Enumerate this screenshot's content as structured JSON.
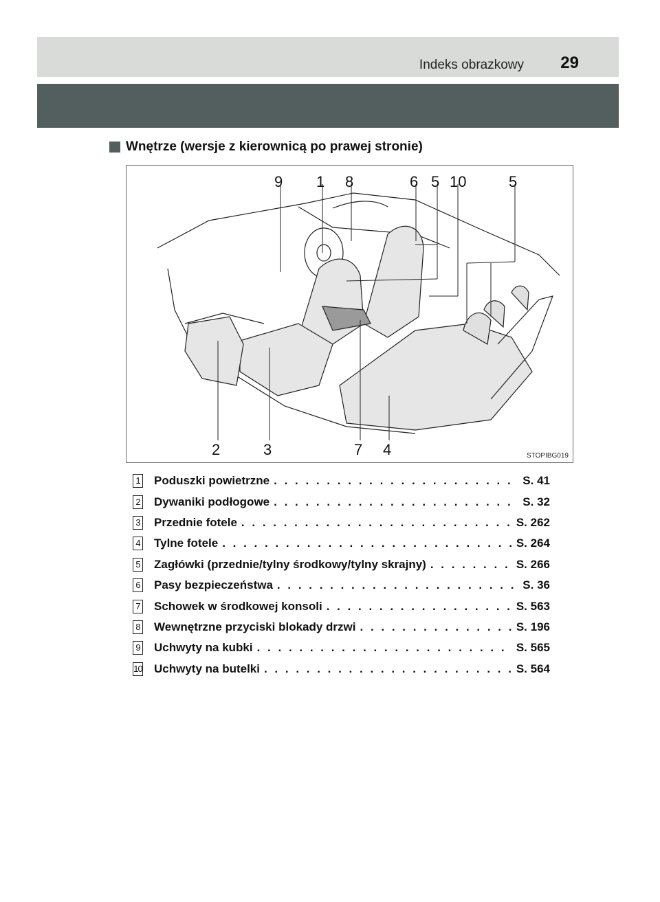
{
  "header": {
    "title": "Indeks obrazkowy",
    "page_number": "29"
  },
  "section": {
    "title": "Wnętrze (wersje z kierownicą po prawej stronie)"
  },
  "figure": {
    "code": "STOPIBG019",
    "callouts_top": [
      "9",
      "1",
      "8",
      "6",
      "5",
      "10",
      "5"
    ],
    "callouts_bottom": [
      "2",
      "3",
      "7",
      "4"
    ]
  },
  "items": [
    {
      "num": "1",
      "label": "Poduszki powietrzne",
      "page": "S. 41"
    },
    {
      "num": "2",
      "label": "Dywaniki podłogowe",
      "page": "S. 32"
    },
    {
      "num": "3",
      "label": "Przednie fotele",
      "page": "S. 262"
    },
    {
      "num": "4",
      "label": "Tylne fotele",
      "page": "S. 264"
    },
    {
      "num": "5",
      "label": "Zagłówki (przednie/tylny środkowy/tylny skrajny)",
      "page": "S. 266"
    },
    {
      "num": "6",
      "label": "Pasy bezpieczeństwa",
      "page": "S. 36"
    },
    {
      "num": "7",
      "label": "Schowek w środkowej konsoli",
      "page": "S. 563"
    },
    {
      "num": "8",
      "label": "Wewnętrzne przyciski blokady drzwi",
      "page": "S. 196"
    },
    {
      "num": "9",
      "label": "Uchwyty na kubki",
      "page": "S. 565"
    },
    {
      "num": "10",
      "label": "Uchwyty na butelki",
      "page": "S. 564"
    }
  ]
}
